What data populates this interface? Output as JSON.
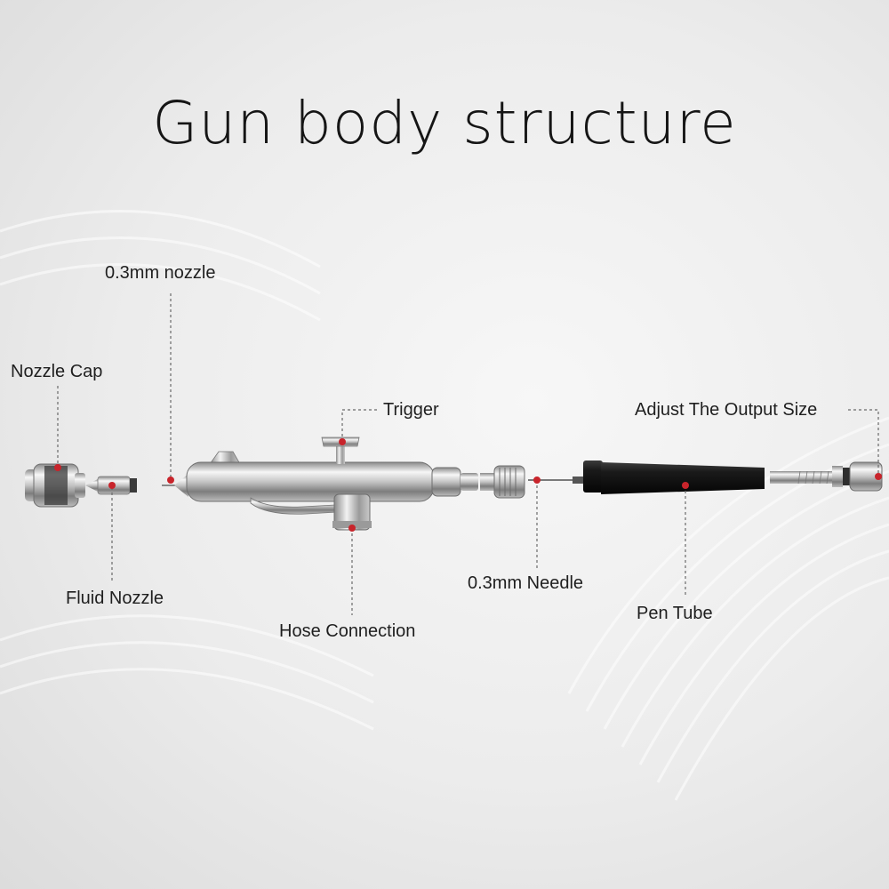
{
  "title": "Gun body structure",
  "colors": {
    "marker": "#c8242b",
    "leader_line": "#6a6a6a",
    "text": "#1f1f1f",
    "chrome_light": "#f4f4f4",
    "chrome_dark": "#7a7a7a",
    "pen_tube": "#141414"
  },
  "labels": {
    "nozzle_03": "0.3mm nozzle",
    "nozzle_cap": "Nozzle Cap",
    "trigger": "Trigger",
    "adjust_output": "Adjust The Output Size",
    "fluid_nozzle": "Fluid Nozzle",
    "needle_03": "0.3mm Needle",
    "pen_tube": "Pen Tube",
    "hose_connection": "Hose Connection"
  },
  "parts": [
    "nozzle-cap",
    "fluid-nozzle",
    "airbrush-body",
    "trigger",
    "hose-connector",
    "needle-chuck",
    "needle",
    "pen-tube",
    "adjuster"
  ]
}
